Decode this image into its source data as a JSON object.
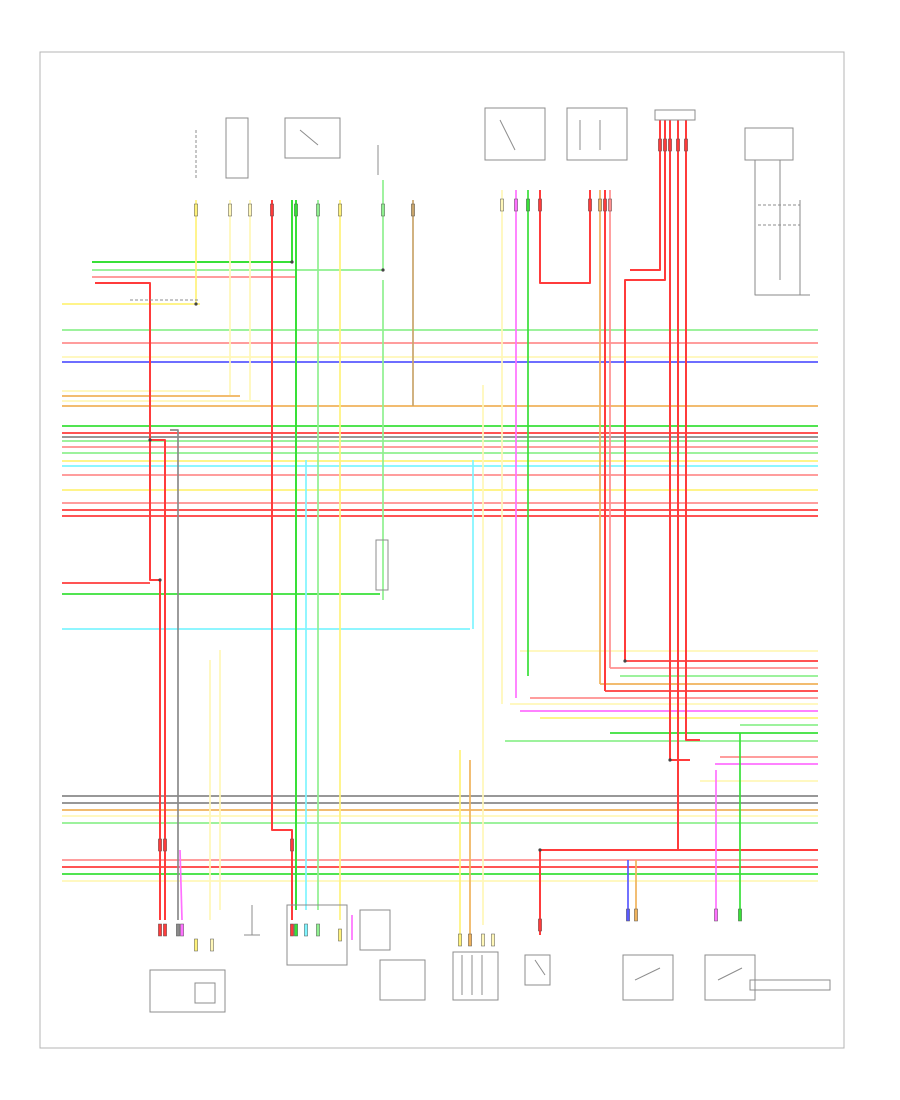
{
  "page": {
    "label": ""
  },
  "colors": {
    "red": "#ff3b3b",
    "pink": "#ff8f8f",
    "green": "#38e038",
    "light_green": "#8ff08f",
    "yellow": "#fff27a",
    "pale_yellow": "#fff7b8",
    "blue": "#5a5aff",
    "cyan": "#7ff5ff",
    "gray": "#8a8a8a",
    "orange": "#f0b35c",
    "tan": "#c9a56b",
    "violet": "#ff70ff",
    "frame": "#b4b4b4",
    "component": "#8c8c8c"
  },
  "wire_colors": [
    "red",
    "pink",
    "green",
    "light_green",
    "yellow",
    "pale_yellow",
    "blue",
    "cyan",
    "gray",
    "orange",
    "tan",
    "violet"
  ],
  "components": [
    {
      "id": "top-1",
      "icon": "fuse-icon"
    },
    {
      "id": "top-2",
      "icon": "relay-icon"
    },
    {
      "id": "top-3",
      "icon": "fuse-icon"
    },
    {
      "id": "top-4",
      "icon": "connector-icon"
    },
    {
      "id": "top-5",
      "icon": "switch-icon"
    },
    {
      "id": "top-6",
      "icon": "switch-icon"
    },
    {
      "id": "top-7",
      "icon": "connector-icon"
    },
    {
      "id": "top-8",
      "icon": "relay-icon"
    },
    {
      "id": "bottom-1",
      "icon": "sensor-icon"
    },
    {
      "id": "bottom-2",
      "icon": "ground-icon"
    },
    {
      "id": "bottom-3",
      "icon": "pump-icon"
    },
    {
      "id": "bottom-4",
      "icon": "sender-icon"
    },
    {
      "id": "bottom-5",
      "icon": "connector-icon"
    },
    {
      "id": "bottom-6",
      "icon": "switch-icon"
    },
    {
      "id": "bottom-7",
      "icon": "motor-icon"
    },
    {
      "id": "bottom-8",
      "icon": "motor-icon"
    }
  ]
}
